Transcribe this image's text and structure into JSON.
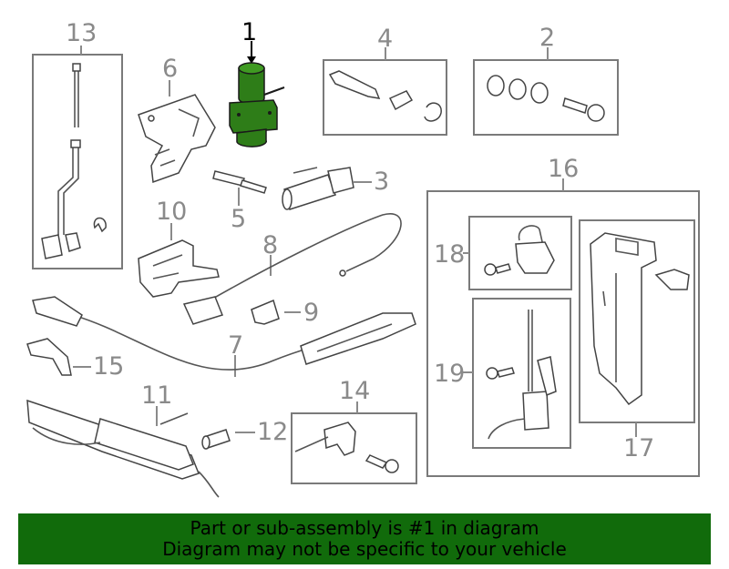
{
  "callouts": {
    "n1": "1",
    "n2": "2",
    "n3": "3",
    "n4": "4",
    "n5": "5",
    "n6": "6",
    "n7": "7",
    "n8": "8",
    "n9": "9",
    "n10": "10",
    "n11": "11",
    "n12": "12",
    "n13": "13",
    "n14": "14",
    "n15": "15",
    "n16": "16",
    "n17": "17",
    "n18": "18",
    "n19": "19"
  },
  "banner": {
    "line1": "Part or sub-assembly is #1 in diagram",
    "line2": "Diagram may not be specific to your vehicle"
  },
  "colors": {
    "highlight": "#2e7d18",
    "banner_bg": "#116b0b",
    "callout_text": "#8a8a8a",
    "main_callout": "#000000"
  }
}
